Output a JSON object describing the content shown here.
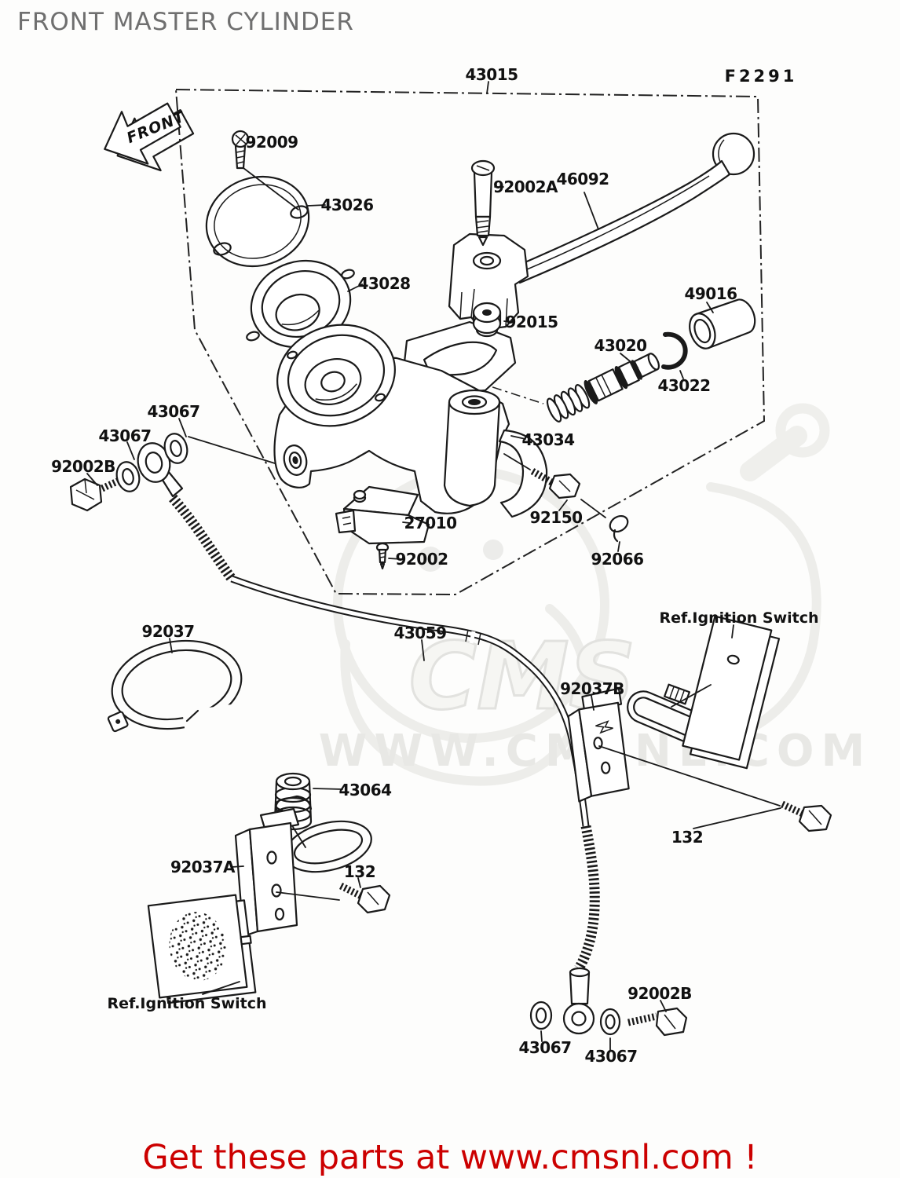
{
  "header": {
    "title": "FRONT MASTER CYLINDER"
  },
  "diagram": {
    "fiche_code": "F2291",
    "front_arrow_label": "FRONT"
  },
  "parts": {
    "43015": "43015",
    "92009": "92009",
    "43026": "43026",
    "92002A": "92002A",
    "46092": "46092",
    "43028": "43028",
    "92015": "92015",
    "49016": "49016",
    "43020": "43020",
    "43022": "43022",
    "43034": "43034",
    "92150": "92150",
    "92066": "92066",
    "27010": "27010",
    "92002": "92002",
    "43067": "43067",
    "92002B": "92002B",
    "92037": "92037",
    "43059": "43059",
    "92037B": "92037B",
    "43064": "43064",
    "92037A": "92037A",
    "132": "132",
    "ref_ignition_switch": "Ref.Ignition Switch"
  },
  "watermark": {
    "logo": "CMS",
    "url": "WWW.CMSNL.COM"
  },
  "footer": {
    "promo": "Get these parts at www.cmsnl.com !"
  },
  "colors": {
    "accent_red": "#cc0000",
    "line": "#1a1a1a",
    "title_gray": "#6f6f6f",
    "watermark_gray": "#e8e8e5"
  }
}
